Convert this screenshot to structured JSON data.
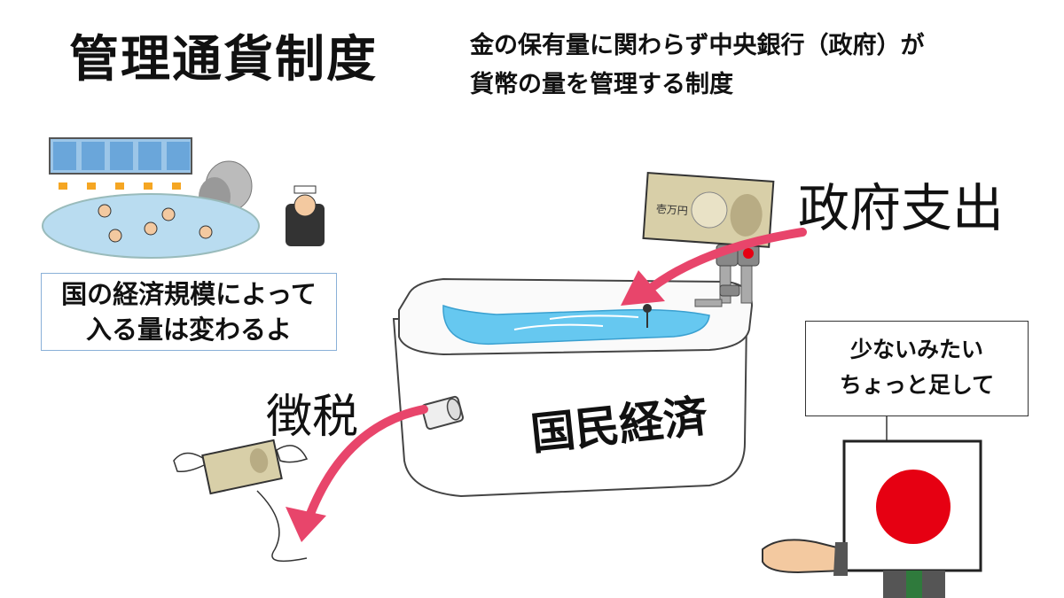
{
  "header": {
    "title": "管理通貨制度",
    "subtitle_line1": "金の保有量に関わらず中央銀行（政府）が",
    "subtitle_line2": "貨幣の量を管理する制度"
  },
  "labels": {
    "government_spending": "政府支出",
    "taxation": "徴税",
    "bathtub": "国民経済"
  },
  "callout_left": {
    "line1": "国の経済規模によって",
    "line2": "入る量は変わるよ"
  },
  "speech_right": {
    "line1": "少ないみたい",
    "line2": "ちょっと足して"
  },
  "banknote_text": "壱万円",
  "colors": {
    "arrow": "#e8456b",
    "water": "#66c8f0",
    "flag_red": "#e60012",
    "banknote": "#d8cfa8"
  }
}
